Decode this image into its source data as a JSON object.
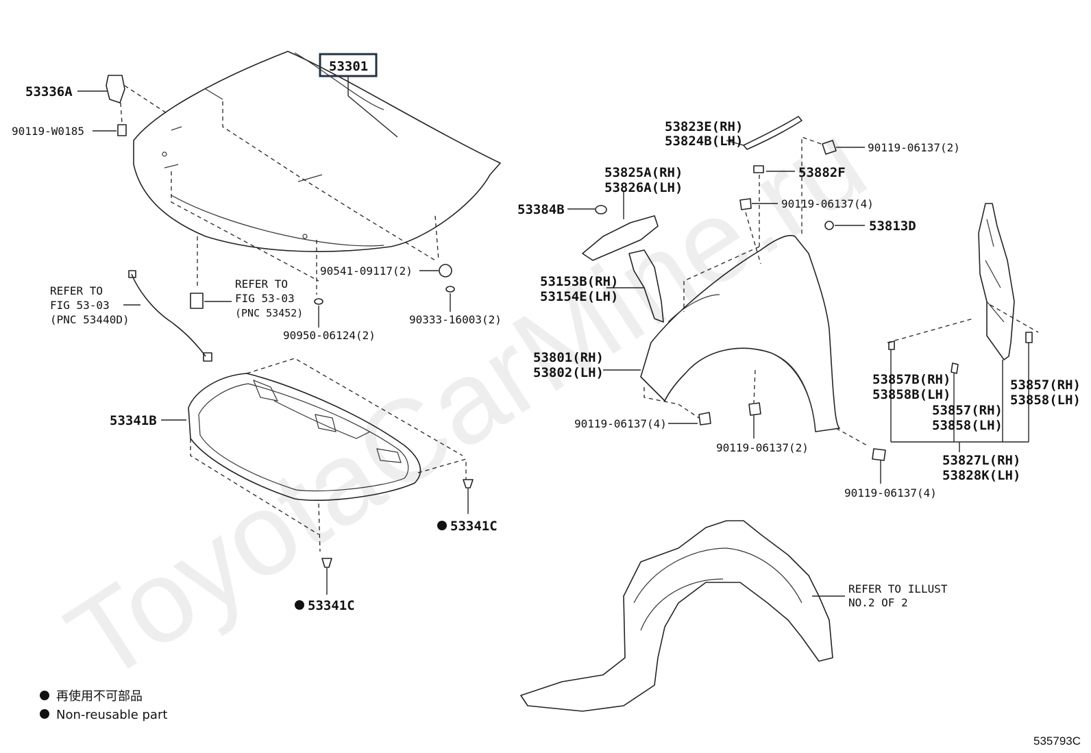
{
  "watermark": "ToyotaCarMine.ru",
  "diagram_code": "535793C",
  "highlight_part": "53301",
  "labels": {
    "p53336A": "53336A",
    "p90119W0185": "90119-W0185",
    "p53823E": "53823E(RH)",
    "p53824B": "53824B(LH)",
    "p90119_2_top": "90119-06137(2)",
    "p53882F": "53882F",
    "p53825A": "53825A(RH)",
    "p53826A": "53826A(LH)",
    "p53384B": "53384B",
    "p90119_4_top": "90119-06137(4)",
    "p53813D": "53813D",
    "p90541": "90541-09117(2)",
    "p53153B": "53153B(RH)",
    "p53154E": "53154E(LH)",
    "ref1_a": "REFER TO",
    "ref1_b": "FIG 53-03",
    "ref1_c": "(PNC 53440D)",
    "ref2_a": "REFER TO",
    "ref2_b": "FIG 53-03",
    "ref2_c": "(PNC 53452)",
    "p90333": "90333-16003(2)",
    "p90950": "90950-06124(2)",
    "p53801": "53801(RH)",
    "p53802": "53802(LH)",
    "p53857B": "53857B(RH)",
    "p53858B": "53858B(LH)",
    "p53857_mid": "53857(RH)",
    "p53858_mid": "53858(LH)",
    "p53857_right": "53857(RH)",
    "p53858_right": "53858(LH)",
    "p53341B": "53341B",
    "p90119_4_mid": "90119-06137(4)",
    "p90119_2_mid": "90119-06137(2)",
    "p53827L": "53827L(RH)",
    "p53828K": "53828K(LH)",
    "p90119_4_bot": "90119-06137(4)",
    "p53341C_a": "53341C",
    "p53341C_b": "53341C",
    "ref3_a": "REFER TO ILLUST",
    "ref3_b": "NO.2 OF 2"
  },
  "legend": {
    "line1": "再使用不可部品",
    "line2": "Non-reusable part"
  }
}
